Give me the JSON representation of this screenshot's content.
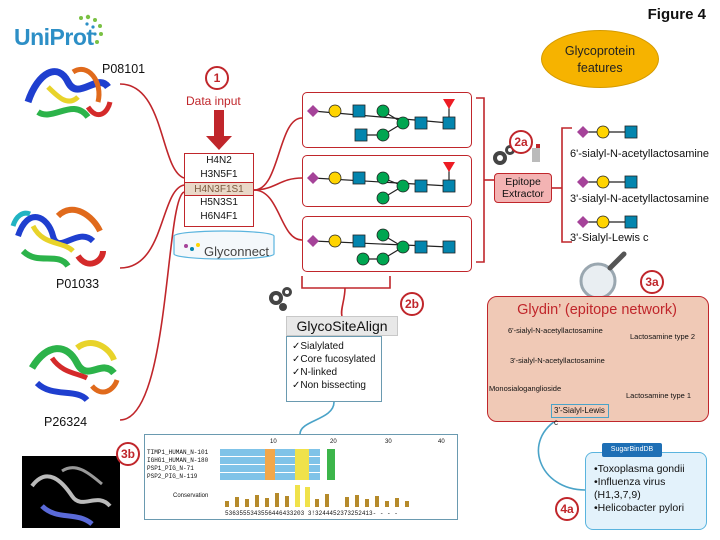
{
  "figure_title": "Figure 4",
  "uniprot_logo_text": "UniProt",
  "proteins": [
    {
      "accession": "P08101"
    },
    {
      "accession": "P01033"
    },
    {
      "accession": "P26324"
    }
  ],
  "steps": {
    "s1": "1",
    "s2a": "2a",
    "s2b": "2b",
    "s3a": "3a",
    "s3b": "3b",
    "s4a": "4a"
  },
  "data_input_label": "Data input",
  "compositions": [
    "H4N2",
    "H3N5F1",
    "H4N3F1S1",
    "H5N3S1",
    "H6N4F1"
  ],
  "glyconnect_label": "Glyconnect",
  "epitope_extractor": {
    "line1": "Epitope",
    "line2": "Extractor"
  },
  "epitopes": [
    "6'-sialyl-N-acetyllactosamine",
    "3'-sialyl-N-acetyllactosamine",
    "3'-Sialyl-Lewis c"
  ],
  "glycoprotein_features": {
    "line1": "Glycoprotein",
    "line2": "features"
  },
  "glycositealign": {
    "title": "GlycoSiteAlign",
    "checks": [
      "Sialylated",
      "Core fucosylated",
      "N-linked",
      "Non bissecting"
    ]
  },
  "glydin": {
    "title": "Glydin’ (epitope network)",
    "nodes": {
      "n1": "6'-sialyl-N-acetyllactosamine",
      "n2": "Lactosamine type 2",
      "n3": "3'-sialyl-N-acetyllactosamine",
      "n4": "Monosialoganglioside",
      "n5": "Lactosamine type 1",
      "n6": "3'-Sialyl-Lewis c"
    }
  },
  "sugarbind_label": "SugarBindDB",
  "organisms": [
    "•Toxoplasma gondii",
    "•Influenza virus",
    "(H1,3,7,9)",
    "•Helicobacter pylori"
  ],
  "alignment": {
    "sequences": [
      "TIMP1_HUMAN_N-101",
      "IGHG1_HUMAN_N-180",
      "PSP1_PIG_N-71",
      "PSP2_PIG_N-119"
    ],
    "ticks": [
      "10",
      "20",
      "30",
      "40"
    ],
    "conservation_label": "Conservation",
    "conservation_scores": "5363555343556446433203 3!3244452373252413- - - -"
  },
  "colors": {
    "accent_red": "#c0262b",
    "sialic_acid": "#a54399",
    "galactose": "#ffd400",
    "glcnac": "#0385ae",
    "mannose": "#00a651",
    "fucose": "#ed1c24"
  }
}
